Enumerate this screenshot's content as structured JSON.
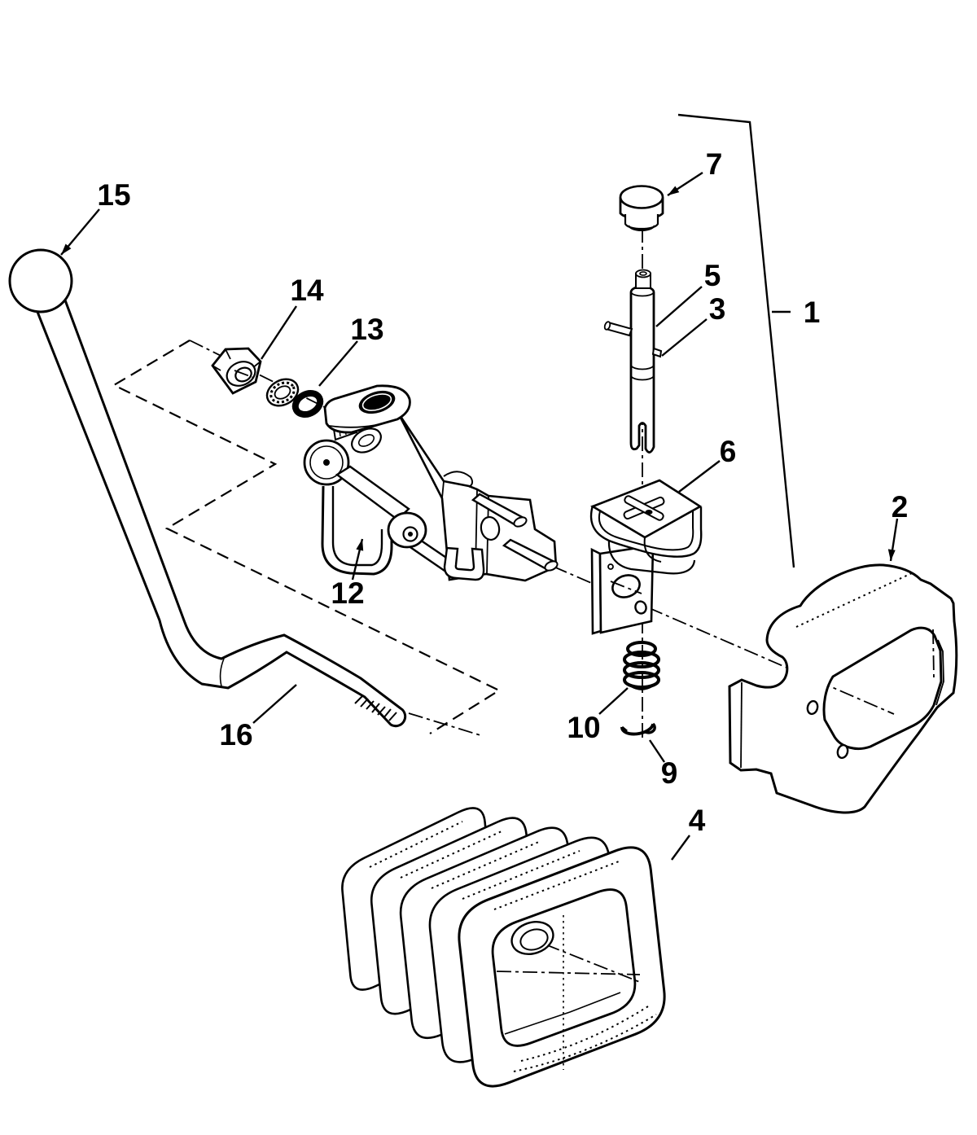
{
  "figure": {
    "kind": "exploded-parts-diagram",
    "background_color": "#ffffff",
    "line_color": "#000000"
  },
  "callouts": [
    {
      "label": "15",
      "part": "lever-ball-knob"
    },
    {
      "label": "14",
      "part": "flange-lock-nut"
    },
    {
      "label": "13",
      "part": "lock-washer-o-ring"
    },
    {
      "label": "12",
      "part": "pivot-bracket-assembly"
    },
    {
      "label": "16",
      "part": "lever-threaded-end"
    },
    {
      "label": "7",
      "part": "push-cap"
    },
    {
      "label": "5",
      "part": "plunger-shaft"
    },
    {
      "label": "3",
      "part": "roll-pin"
    },
    {
      "label": "1",
      "part": "shift-lever-assembly"
    },
    {
      "label": "6",
      "part": "clip-nut"
    },
    {
      "label": "2",
      "part": "side-plate"
    },
    {
      "label": "10",
      "part": "detent-spring"
    },
    {
      "label": "9",
      "part": "lock-clip"
    },
    {
      "label": "4",
      "part": "rubber-boot"
    }
  ]
}
